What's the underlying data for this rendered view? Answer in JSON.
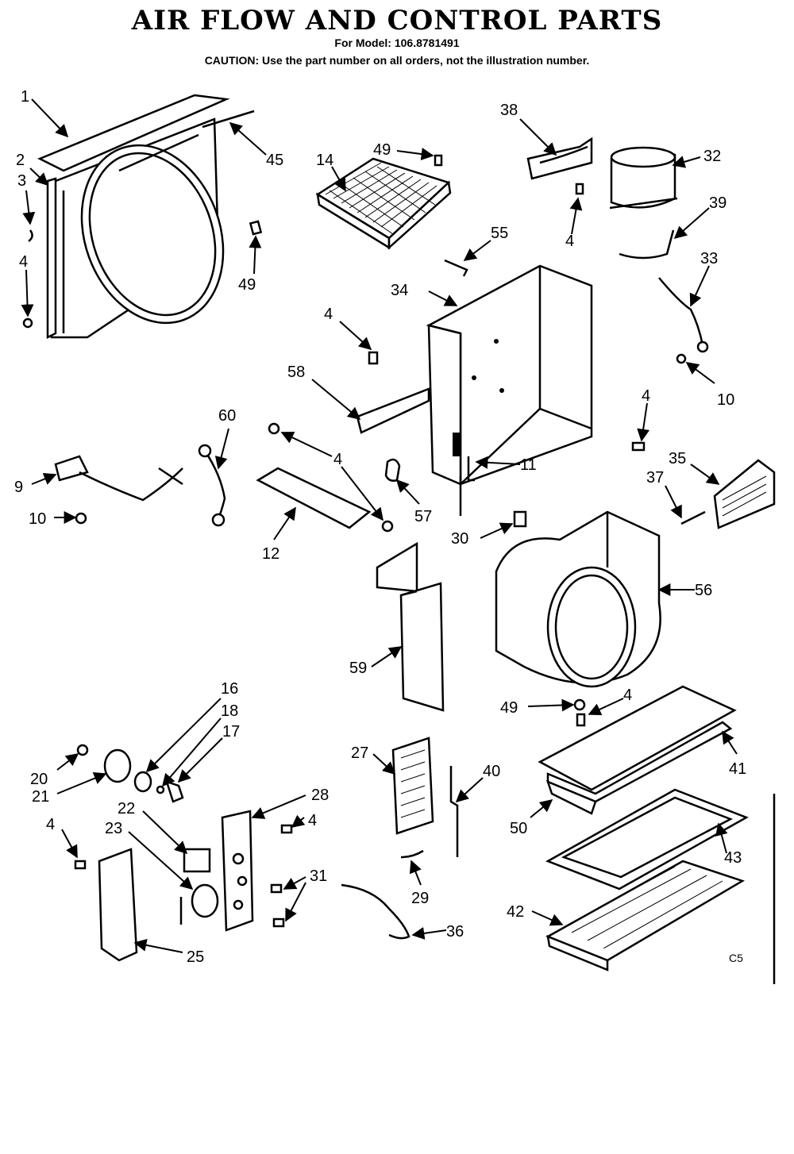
{
  "title": "AIR FLOW AND CONTROL PARTS",
  "model_line": "For Model: 106.8781491",
  "caution": "CAUTION: Use the part number on all orders, not the illustration number.",
  "page_code": "C5",
  "callouts": {
    "c1": "1",
    "c2": "2",
    "c3": "3",
    "c4a": "4",
    "c45": "45",
    "c49a": "49",
    "c14": "14",
    "c49b": "49",
    "c38": "38",
    "c4b": "4",
    "c32": "32",
    "c39": "39",
    "c55": "55",
    "c33": "33",
    "c34": "34",
    "c4c": "4",
    "c10a": "10",
    "c58": "58",
    "c4d": "4",
    "c60": "60",
    "c9": "9",
    "c10b": "10",
    "c4e": "4",
    "c11": "11",
    "c35": "35",
    "c37": "37",
    "c57": "57",
    "c12": "12",
    "c30": "30",
    "c56": "56",
    "c59": "59",
    "c16": "16",
    "c18": "18",
    "c17": "17",
    "c49c": "49",
    "c4f": "4",
    "c20": "20",
    "c21": "21",
    "c27": "27",
    "c40": "40",
    "c41": "41",
    "c28": "28",
    "c22": "22",
    "c4g": "4",
    "c23": "23",
    "c4h": "4",
    "c50": "50",
    "c31": "31",
    "c43": "43",
    "c29": "29",
    "c42": "42",
    "c36": "36",
    "c25": "25"
  }
}
